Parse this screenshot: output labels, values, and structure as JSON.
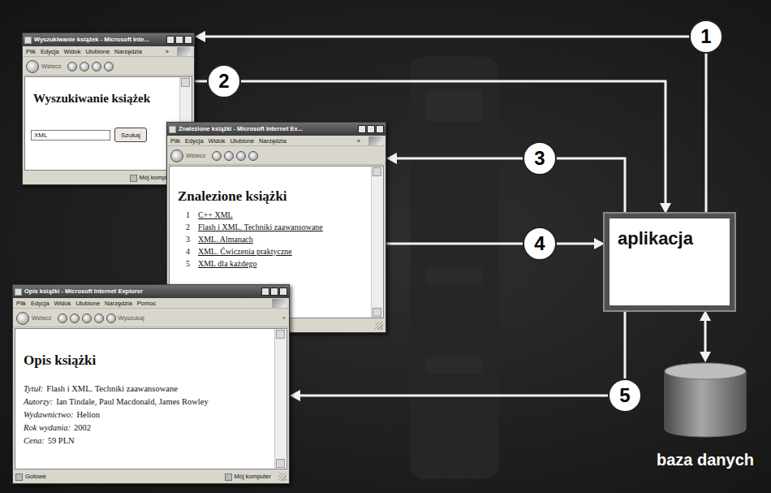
{
  "diagram": {
    "nodes": [
      {
        "text": [
          "Wyszukiwanie książek - Microsoft Inte...",
          "Plik",
          "Edycja",
          "Widok",
          "Ulubione",
          "Narzędzia",
          "»",
          "Wstecz",
          "Wyszukiwanie książek",
          "Mój komputer"
        ]
      },
      {
        "text": [
          "XML"
        ],
        "in": 0
      },
      {
        "text": [
          "Szukaj"
        ],
        "in": 0
      },
      {
        "text": [
          "Znalezione książki - Microsoft Internet Ex...",
          "Plik",
          "Edycja",
          "Widok",
          "Ulubione",
          "Narzędzia",
          "»",
          "Wstecz",
          "Znalezione książki",
          "1",
          "C++ XML",
          "2",
          "Flash i XML. Techniki zaawansowane",
          "3",
          "XML. Almanach",
          "4",
          "XML. Ćwiczenia praktyczne",
          "5",
          "XML dla każdego"
        ]
      },
      {
        "text": [
          "Opis książki - Microsoft Internet Explorer",
          "Plik",
          "Edycja",
          "Widok",
          "Ulubione",
          "Narzędzia",
          "Pomoc",
          "Wstecz",
          "Wyszukaj",
          "»",
          "Opis książki",
          "Tytuł:",
          "Flash i XML. Techniki zaawansowane",
          "Autorzy:",
          "Ian Tindale, Paul Macdonald, James Rowley",
          "Wydawnictwo:",
          "Helion",
          "Rok wydania:",
          "2002",
          "Cena:",
          "59 PLN",
          "Gotowe",
          "Mój komputer"
        ]
      },
      {
        "text": [
          "aplikacja"
        ]
      },
      {
        "text": [
          "baza danych"
        ]
      }
    ],
    "edges": [
      {
        "from": 5,
        "to": 0,
        "arrow": "to",
        "label": "1"
      },
      {
        "from": 0,
        "to": 5,
        "arrow": "to",
        "label": "2"
      },
      {
        "from": 5,
        "to": 3,
        "arrow": "to",
        "label": "3"
      },
      {
        "from": 3,
        "to": 5,
        "arrow": "to",
        "label": "4"
      },
      {
        "from": 5,
        "to": 4,
        "arrow": "to",
        "label": "5"
      },
      {
        "from": 5,
        "to": 6,
        "arrow": "both"
      }
    ]
  }
}
